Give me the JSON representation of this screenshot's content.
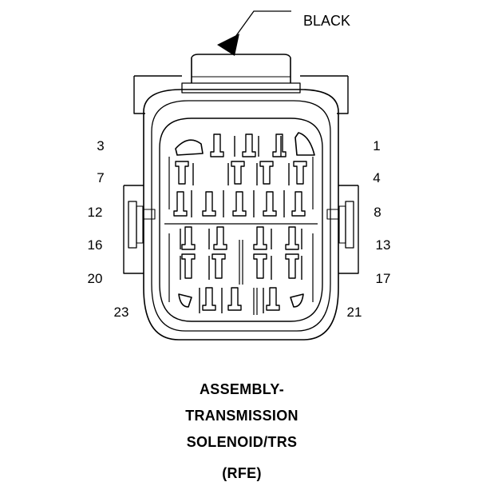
{
  "wire_color": "BLACK",
  "pin_numbers": {
    "p1": "1",
    "p3": "3",
    "p4": "4",
    "p7": "7",
    "p8": "8",
    "p12": "12",
    "p13": "13",
    "p16": "16",
    "p17": "17",
    "p20": "20",
    "p21": "21",
    "p23": "23"
  },
  "title": {
    "line1": "ASSEMBLY-",
    "line2": "TRANSMISSION",
    "line3": "SOLENOID/TRS",
    "line4": "(RFE)"
  },
  "colors": {
    "ink": "#000000",
    "background": "#ffffff"
  }
}
